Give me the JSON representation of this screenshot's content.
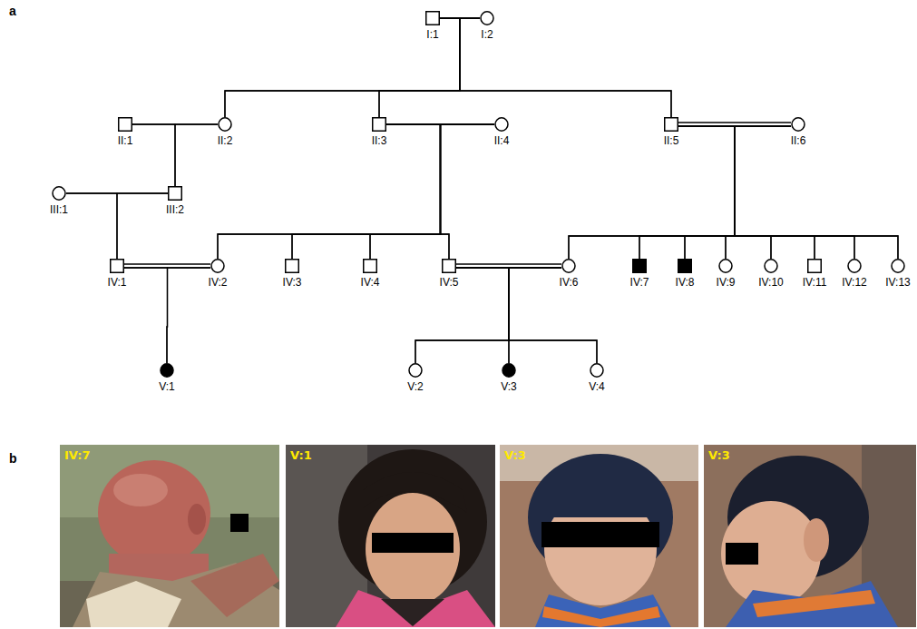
{
  "diagram": {
    "nodes": [
      {
        "text": [
          "I:1"
        ]
      },
      {
        "text": [
          "I:2"
        ]
      },
      {
        "text": [
          "II:1"
        ]
      },
      {
        "text": [
          "II:2"
        ]
      },
      {
        "text": [
          "II:3"
        ]
      },
      {
        "text": [
          "II:4"
        ]
      },
      {
        "text": [
          "II:5"
        ]
      },
      {
        "text": [
          "II:6"
        ]
      },
      {
        "text": [
          "III:1"
        ]
      },
      {
        "text": [
          "III:2"
        ]
      },
      {
        "text": [
          "IV:1"
        ]
      },
      {
        "text": [
          "IV:2"
        ]
      },
      {
        "text": [
          "IV:3"
        ]
      },
      {
        "text": [
          "IV:4"
        ]
      },
      {
        "text": [
          "IV:5"
        ]
      },
      {
        "text": [
          "IV:6"
        ]
      },
      {
        "text": [
          "IV:7"
        ]
      },
      {
        "text": [
          "IV:8"
        ]
      },
      {
        "text": [
          "IV:9"
        ]
      },
      {
        "text": [
          "IV:10"
        ]
      },
      {
        "text": [
          "IV:11"
        ]
      },
      {
        "text": [
          "IV:12"
        ]
      },
      {
        "text": [
          "IV:13"
        ]
      },
      {
        "text": [
          "V:1"
        ]
      },
      {
        "text": [
          "V:2"
        ]
      },
      {
        "text": [
          "V:3"
        ]
      },
      {
        "text": [
          "V:4"
        ]
      }
    ],
    "edges": [
      {
        "from": 0,
        "to": 1,
        "arrow": "none"
      },
      {
        "from": 2,
        "to": 3,
        "arrow": "none"
      },
      {
        "from": 4,
        "to": 5,
        "arrow": "none"
      },
      {
        "from": 6,
        "to": 7,
        "arrow": "none"
      },
      {
        "from": 8,
        "to": 9,
        "arrow": "none"
      },
      {
        "from": 10,
        "to": 11,
        "arrow": "none"
      },
      {
        "from": 14,
        "to": 15,
        "arrow": "none"
      },
      {
        "from": 0,
        "to": 3,
        "arrow": "none"
      },
      {
        "from": 0,
        "to": 4,
        "arrow": "none"
      },
      {
        "from": 0,
        "to": 6,
        "arrow": "none"
      },
      {
        "from": 1,
        "to": 3,
        "arrow": "none"
      },
      {
        "from": 1,
        "to": 4,
        "arrow": "none"
      },
      {
        "from": 1,
        "to": 6,
        "arrow": "none"
      },
      {
        "from": 2,
        "to": 9,
        "arrow": "none"
      },
      {
        "from": 3,
        "to": 9,
        "arrow": "none"
      },
      {
        "from": 4,
        "to": 11,
        "arrow": "none"
      },
      {
        "from": 4,
        "to": 12,
        "arrow": "none"
      },
      {
        "from": 4,
        "to": 13,
        "arrow": "none"
      },
      {
        "from": 4,
        "to": 14,
        "arrow": "none"
      },
      {
        "from": 5,
        "to": 11,
        "arrow": "none"
      },
      {
        "from": 5,
        "to": 12,
        "arrow": "none"
      },
      {
        "from": 5,
        "to": 13,
        "arrow": "none"
      },
      {
        "from": 5,
        "to": 14,
        "arrow": "none"
      },
      {
        "from": 6,
        "to": 15,
        "arrow": "none"
      },
      {
        "from": 6,
        "to": 16,
        "arrow": "none"
      },
      {
        "from": 6,
        "to": 17,
        "arrow": "none"
      },
      {
        "from": 6,
        "to": 18,
        "arrow": "none"
      },
      {
        "from": 6,
        "to": 19,
        "arrow": "none"
      },
      {
        "from": 6,
        "to": 20,
        "arrow": "none"
      },
      {
        "from": 6,
        "to": 21,
        "arrow": "none"
      },
      {
        "from": 6,
        "to": 22,
        "arrow": "none"
      },
      {
        "from": 7,
        "to": 15,
        "arrow": "none"
      },
      {
        "from": 7,
        "to": 16,
        "arrow": "none"
      },
      {
        "from": 7,
        "to": 17,
        "arrow": "none"
      },
      {
        "from": 7,
        "to": 18,
        "arrow": "none"
      },
      {
        "from": 7,
        "to": 19,
        "arrow": "none"
      },
      {
        "from": 7,
        "to": 20,
        "arrow": "none"
      },
      {
        "from": 7,
        "to": 21,
        "arrow": "none"
      },
      {
        "from": 7,
        "to": 22,
        "arrow": "none"
      },
      {
        "from": 8,
        "to": 10,
        "arrow": "none"
      },
      {
        "from": 9,
        "to": 10,
        "arrow": "none"
      },
      {
        "from": 10,
        "to": 23,
        "arrow": "none"
      },
      {
        "from": 11,
        "to": 23,
        "arrow": "none"
      },
      {
        "from": 14,
        "to": 24,
        "arrow": "none"
      },
      {
        "from": 14,
        "to": 25,
        "arrow": "none"
      },
      {
        "from": 14,
        "to": 26,
        "arrow": "none"
      },
      {
        "from": 15,
        "to": 24,
        "arrow": "none"
      },
      {
        "from": 15,
        "to": 25,
        "arrow": "none"
      },
      {
        "from": 15,
        "to": 26,
        "arrow": "none"
      }
    ],
    "labels": [
      "a",
      "b",
      "IV:7",
      "V:1",
      "V:3",
      "V:3"
    ]
  }
}
